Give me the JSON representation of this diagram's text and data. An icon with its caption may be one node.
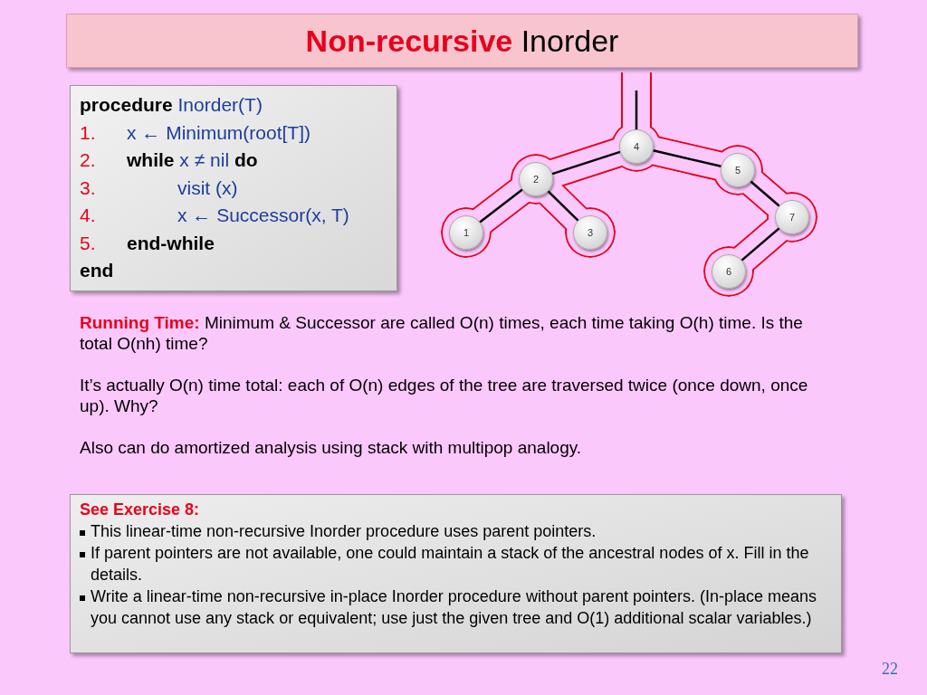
{
  "diagram": {
    "title": "Non-recursive Inorder",
    "nodes": [
      {
        "text": [
          "**procedure** Inorder(T)",
          "1.",
          "x ← Minimum(root[T])",
          "2.",
          "**while**  x ≠ nil  **do**",
          "3.",
          "visit (x)",
          "4.",
          "x ← Successor(x, T)",
          "5.",
          "end-while",
          "end"
        ]
      },
      {
        "text": [
          "4"
        ]
      },
      {
        "text": [
          "2"
        ]
      },
      {
        "text": [
          "5"
        ]
      },
      {
        "text": [
          "1"
        ]
      },
      {
        "text": [
          "3"
        ]
      },
      {
        "text": [
          "7"
        ]
      },
      {
        "text": [
          "6"
        ]
      },
      {
        "text": [
          "See Exercise 8:",
          "This linear-time non-recursive Inorder procedure uses parent pointers.",
          "If parent pointers are not available, one could maintain a stack of the ancestral nodes of x. Fill in the details.",
          "Write a linear-time non-recursive in-place Inorder procedure without parent pointers.  (In-place means you cannot use any stack or equivalent; use just the given tree and O(1) additional scalar variables.)"
        ]
      }
    ],
    "edges": [
      {
        "from": null,
        "to": 1,
        "arrow": "none"
      },
      {
        "from": 1,
        "to": 2,
        "arrow": "none"
      },
      {
        "from": 1,
        "to": 3,
        "arrow": "none"
      },
      {
        "from": 2,
        "to": 4,
        "arrow": "none"
      },
      {
        "from": 2,
        "to": 5,
        "arrow": "none"
      },
      {
        "from": 3,
        "to": 6,
        "arrow": "none"
      },
      {
        "from": 6,
        "to": 7,
        "arrow": "none"
      }
    ],
    "labels": [
      "**Running Time:**  Minimum & Successor are called O(n) times, each time taking O(h) time.  Is the total O(nh) time?",
      "It’s actually O(n) time total: each of O(n) edges of the tree are traversed twice (once down, once up). Why?",
      "Also can do amortized analysis using stack with multipop analogy.",
      "22"
    ]
  }
}
